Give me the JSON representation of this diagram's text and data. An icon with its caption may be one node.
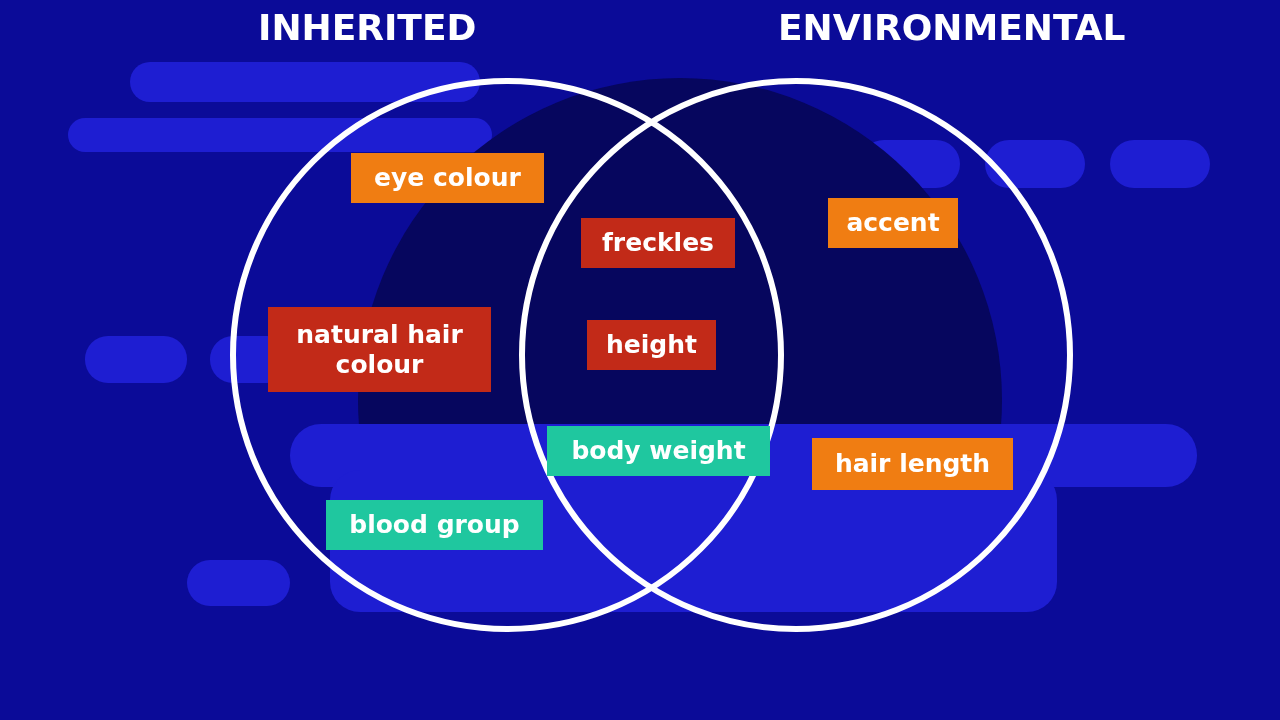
{
  "diagram": {
    "nodes": [
      {
        "text": [
          "INHERITED"
        ]
      },
      {
        "text": [
          "ENVIRONMENTAL"
        ]
      },
      {
        "text": [
          "eye colour"
        ],
        "in": 0
      },
      {
        "text": [
          "natural hair colour"
        ],
        "in": 0
      },
      {
        "text": [
          "blood group"
        ],
        "in": 0
      },
      {
        "text": [
          "freckles"
        ]
      },
      {
        "text": [
          "height"
        ]
      },
      {
        "text": [
          "body weight"
        ]
      },
      {
        "text": [
          "accent"
        ],
        "in": 1
      },
      {
        "text": [
          "hair length"
        ],
        "in": 1
      }
    ]
  }
}
